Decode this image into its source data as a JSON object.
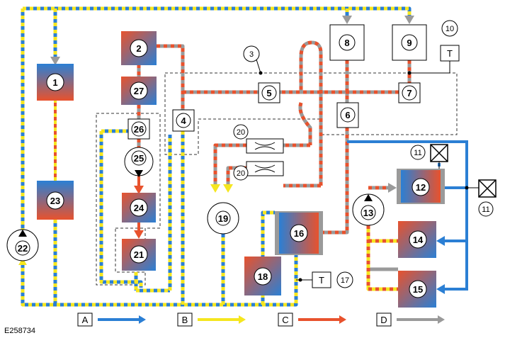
{
  "figure_id": "E258734",
  "colors": {
    "blue": "#2b7fd4",
    "yellow": "#f5e61f",
    "red": "#e8522d",
    "grey": "#9a9a9a",
    "boundary": "#333333"
  },
  "components": {
    "c1": "1",
    "c2": "2",
    "c3": "3",
    "c4": "4",
    "c5": "5",
    "c6": "6",
    "c7": "7",
    "c8": "8",
    "c9": "9",
    "c10": "10",
    "c11a": "11",
    "c11b": "11",
    "c12": "12",
    "c13": "13",
    "c14": "14",
    "c15": "15",
    "c16": "16",
    "c17": "17",
    "c18": "18",
    "c19": "19",
    "c20a": "20",
    "c20b": "20",
    "c21": "21",
    "c22": "22",
    "c23": "23",
    "c24": "24",
    "c25": "25",
    "c26": "26",
    "c27": "27"
  },
  "sensors": {
    "t_upper": "T",
    "t_lower": "T"
  },
  "legend": [
    {
      "key": "A",
      "color": "blue"
    },
    {
      "key": "B",
      "color": "yellow"
    },
    {
      "key": "C",
      "color": "red"
    },
    {
      "key": "D",
      "color": "grey"
    }
  ]
}
